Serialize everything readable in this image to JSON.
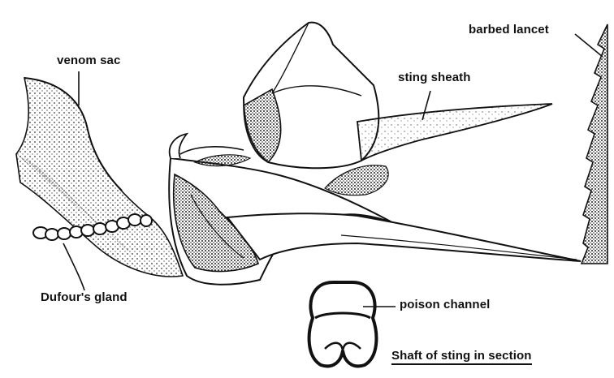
{
  "figure": {
    "labels": {
      "venom_sac": "venom sac",
      "barbed_lancet": "barbed lancet",
      "sting_sheath": "sting sheath",
      "dufours_gland": "Dufour's gland",
      "poison_channel": "poison channel",
      "section_caption": "Shaft of sting in section"
    },
    "colors": {
      "ink": "#111111",
      "stipple": "#444444",
      "background": "#ffffff"
    }
  }
}
